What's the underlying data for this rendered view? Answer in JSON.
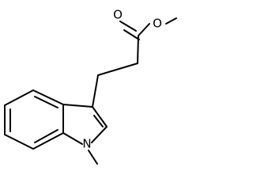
{
  "molecule": {
    "atoms": {
      "carbonyl_oxygen": "O",
      "ester_oxygen": "O",
      "ring_nitrogen": "N"
    },
    "bond_color": "#000000",
    "background": "#ffffff"
  }
}
